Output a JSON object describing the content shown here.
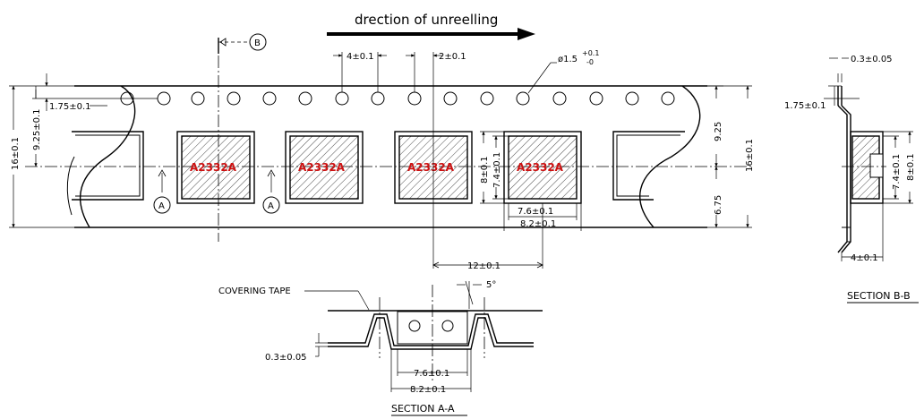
{
  "direction_label": "drection of unreelling",
  "callout_a": "A",
  "callout_b": "B",
  "part_marking": "A2332A",
  "dims": {
    "sprocket_pitch": "4±0.1",
    "hole_to_pocket": "2±0.1",
    "hole_diameter": "ø1.5",
    "hole_diameter_tol": "+0.1\n-0",
    "hole_edge": "1.75±0.1",
    "hole_to_center": "9.25±0.1",
    "tape_width": "16±0.1",
    "upper_half": "9.25",
    "lower_half": "6.75",
    "pocket_outer_h": "8±0.1",
    "pocket_inner_h": "7.4±0.1",
    "pocket_inner_w": "7.6±0.1",
    "pocket_outer_w": "8.2±0.1",
    "pocket_pitch": "12±0.1",
    "draft_angle": "5°",
    "tape_thickness": "0.3±0.05",
    "bb_thickness": "0.3±0.05",
    "bb_hole_edge": "1.75±0.1",
    "bb_pocket_inner": "7.4±0.1",
    "bb_pocket_outer": "8±0.1",
    "bb_depth": "4±0.1",
    "aa_inner_w": "7.6±0.1",
    "aa_outer_w": "8.2±0.1"
  },
  "covering_tape_label": "COVERING TAPE",
  "section_aa_label": "SECTION A-A",
  "section_bb_label": "SECTION B-B"
}
